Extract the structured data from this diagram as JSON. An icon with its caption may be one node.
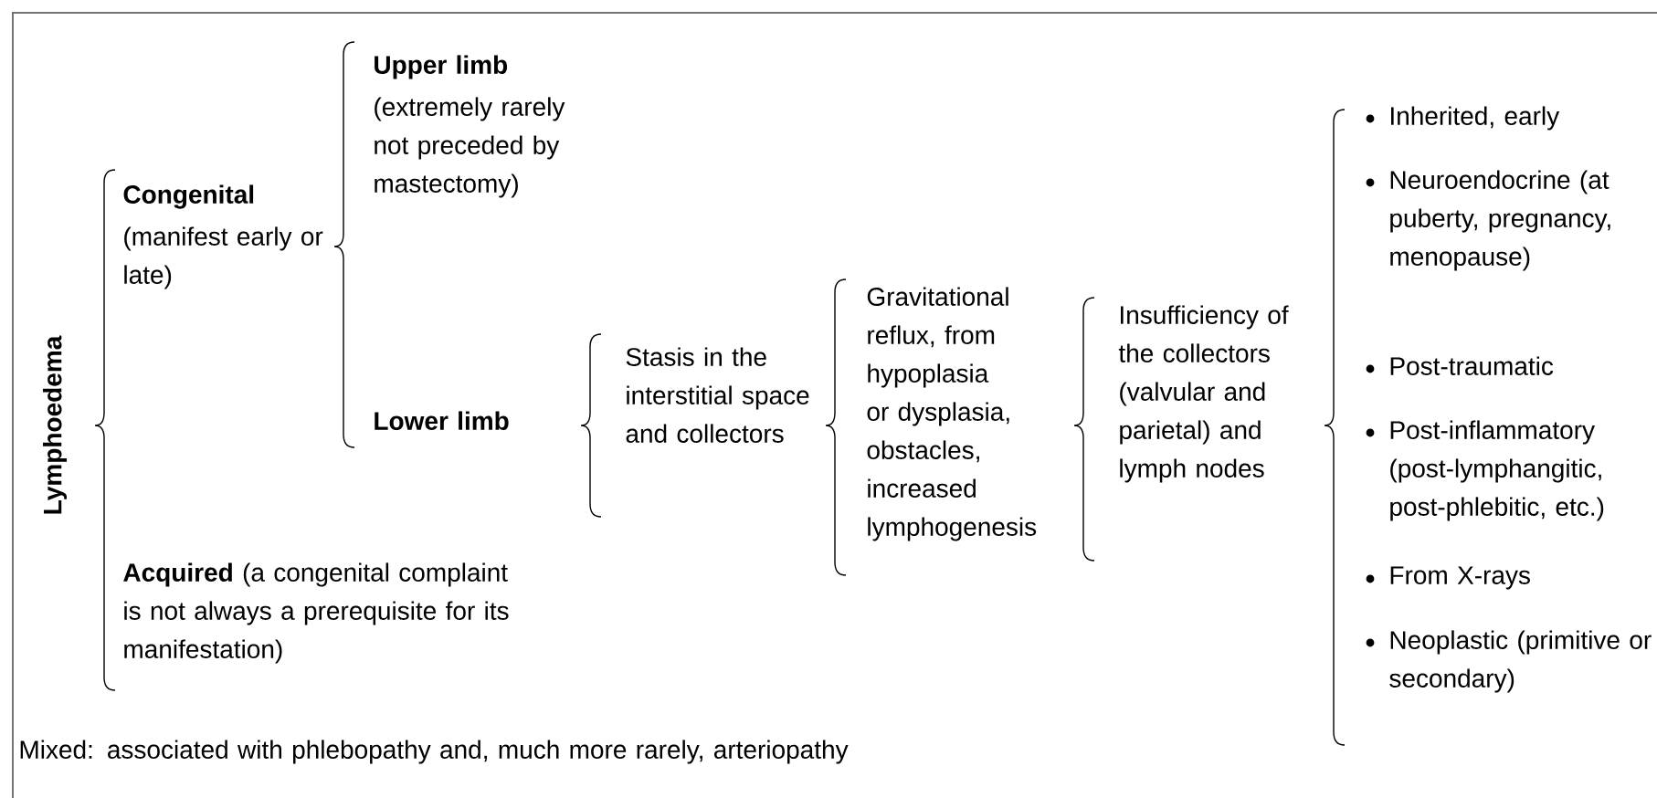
{
  "diagram": {
    "labels": [
      "Lymphoedema",
      "Congenital",
      "(manifest early or late)",
      "Upper limb",
      "(extremely rarely not preceded by mastectomy)",
      "Lower limb",
      "**Acquired** (a congenital complaint is not always a prerequisite for its manifestation)",
      "Stasis in the interstitial space and collectors",
      "Gravitational reflux, from hypoplasia or dysplasia, obstacles, increased lymphogenesis",
      "Insufficiency of the collectors (valvular and parietal) and lymph nodes",
      "Inherited, early",
      "Neuroendocrine (at puberty, pregnancy, menopause)",
      "Post-traumatic",
      "Post-inflammatory (post-lymphangitic, post-phlebitic, etc.)",
      "From X-rays",
      "Neoplastic (primitive or secondary)",
      "Mixed: associated with phlebopathy and, much more rarely, arteriopathy"
    ]
  }
}
